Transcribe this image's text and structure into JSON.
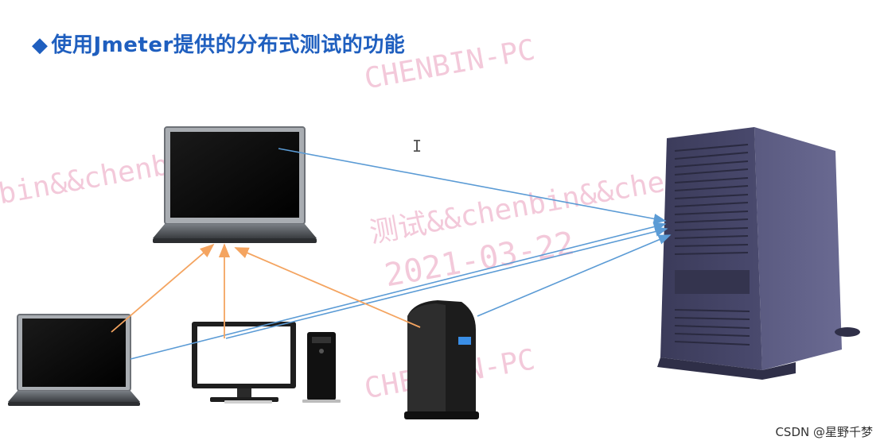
{
  "title": {
    "bullet": "◆",
    "text": "使用Jmeter提供的分布式测试的功能"
  },
  "watermarks": {
    "pc_top": "CHENBIN-PC",
    "left_repeat": "bin&&chenbin",
    "center_repeat": "测试&&chenbin&&chenbin",
    "date": "2021-03-22",
    "pc_bottom": "CHENBIN-PC"
  },
  "credit": "CSDN @星野千梦",
  "colors": {
    "title": "#1f5fbf",
    "blue_arrow": "#5b9bd5",
    "orange_arrow": "#f4a460",
    "watermark": "#f3c9da"
  },
  "nodes": {
    "controller": "laptop-icon",
    "agent_laptop": "laptop-icon",
    "agent_desktop": "desktop-computer-icon",
    "agent_server": "mini-server-icon",
    "target_server": "tower-server-icon"
  }
}
